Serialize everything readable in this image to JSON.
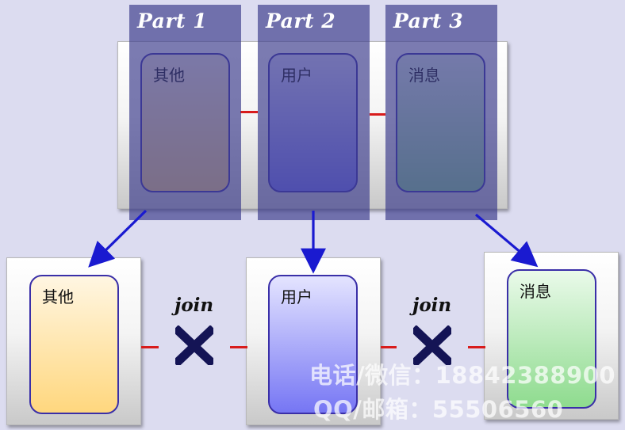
{
  "parts": [
    {
      "label": "Part 1"
    },
    {
      "label": "Part 2"
    },
    {
      "label": "Part 3"
    }
  ],
  "top_cards": [
    {
      "label": "其他"
    },
    {
      "label": "用户"
    },
    {
      "label": "消息"
    }
  ],
  "bottom_cards": [
    {
      "label": "其他"
    },
    {
      "label": "用户"
    },
    {
      "label": "消息"
    }
  ],
  "joins": [
    {
      "label": "join"
    },
    {
      "label": "join"
    }
  ],
  "watermark": {
    "line1": "电话/微信：18842388900",
    "line2": "QQ/邮箱：55506560"
  },
  "colors": {
    "part_band": "#3c3c8c",
    "connector_red": "#d81c1c",
    "arrow_blue": "#1a1ad0",
    "cross_navy": "#141455",
    "card_border": "#3a2fa8"
  }
}
